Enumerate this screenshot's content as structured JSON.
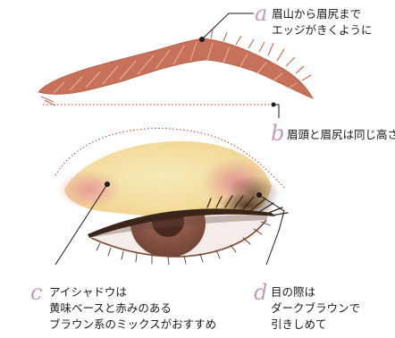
{
  "annotations": [
    {
      "marker": "a",
      "lines": [
        "眉山から眉尻まで",
        "エッジがきくように"
      ]
    },
    {
      "marker": "b",
      "lines": [
        "眉頭と眉尻は同じ高さ"
      ]
    },
    {
      "marker": "c",
      "lines": [
        "アイシャドウは",
        "黄味ベースと赤みのある",
        "ブラウン系のミックスがおすすめ"
      ]
    },
    {
      "marker": "d",
      "lines": [
        "目の際は",
        "ダークブラウンで",
        "引きしめて"
      ]
    }
  ],
  "colors": {
    "brow": "#c8715a",
    "shadow_base": "#f4e0a6",
    "shadow_pink": "#e89f9d",
    "liner": "#3b2418",
    "marker": "#c59bb8",
    "guide_line": "#c0392b"
  }
}
